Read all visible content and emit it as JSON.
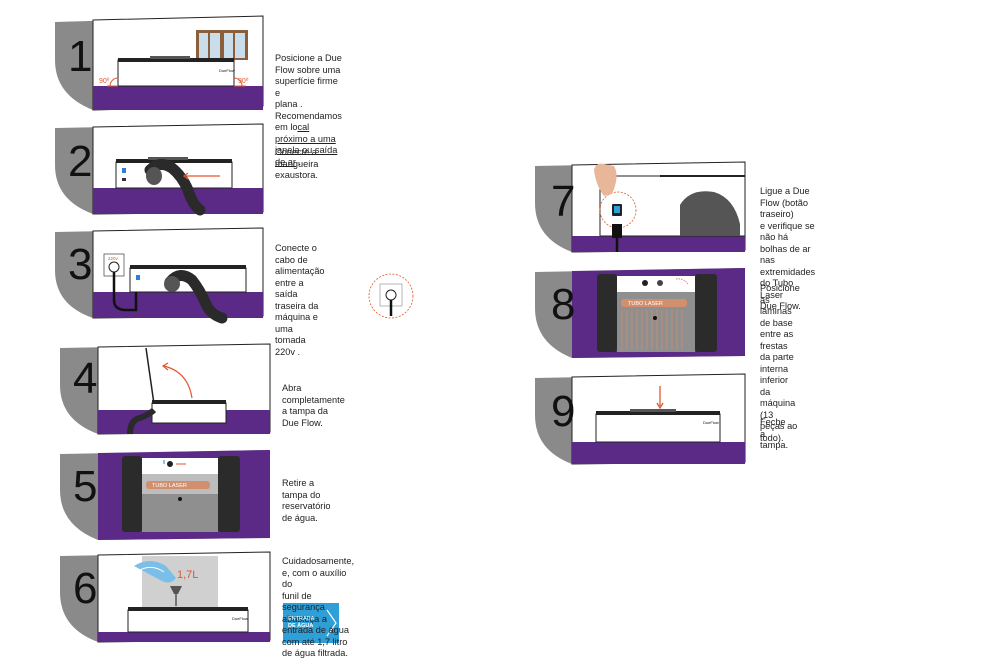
{
  "colors": {
    "purple": "#5b2a86",
    "gray": "#8a8a8a",
    "arrow": "#e2572f",
    "badge": "#2f9fd8"
  },
  "steps": [
    {
      "number": "1",
      "text_a": "Posicione a Due Flow sobre uma superfície firme e\nplana . Recomendamos em lo",
      "text_b": "cal próximo a uma\njanela ou saída de ar",
      "text_c": " .",
      "angle_left": "90º",
      "angle_right": "90º"
    },
    {
      "number": "2",
      "text": "Conecte a mangueira exaustora."
    },
    {
      "number": "3",
      "text": "Conecte o cabo de\nalimentação entre a saída\ntraseira da máquina e\numa tomada   220v .",
      "outlet_label": "220v"
    },
    {
      "number": "4",
      "text": "Abra completamente a tampa da Due Flow."
    },
    {
      "number": "5",
      "text": "Retire a tampa do reservatório de água.",
      "tube_label": "TUBO LASER"
    },
    {
      "number": "6",
      "text": "Cuidadosamente, e, com o auxílio do\nfunil de segurança abasteça a\nentrada de água com até 1,7 litro\nde água filtrada.",
      "volume": "1,7L",
      "badge_top": "ENTRADA",
      "badge_bottom": "DE ÁGUA"
    },
    {
      "number": "7",
      "text": "Ligue a Due Flow (botão traseiro)\ne verifique se não há bolhas de ar\nnas extremidades do Tubo Laser\nDue Flow."
    },
    {
      "number": "8",
      "text": "Posicione as lâminas de base\nentre as frestas da parte interna\ninferior da máquina\n(13 peças ao todo).",
      "tube_label": "TUBO LASER"
    },
    {
      "number": "9",
      "text": "Feche a tampa."
    }
  ]
}
